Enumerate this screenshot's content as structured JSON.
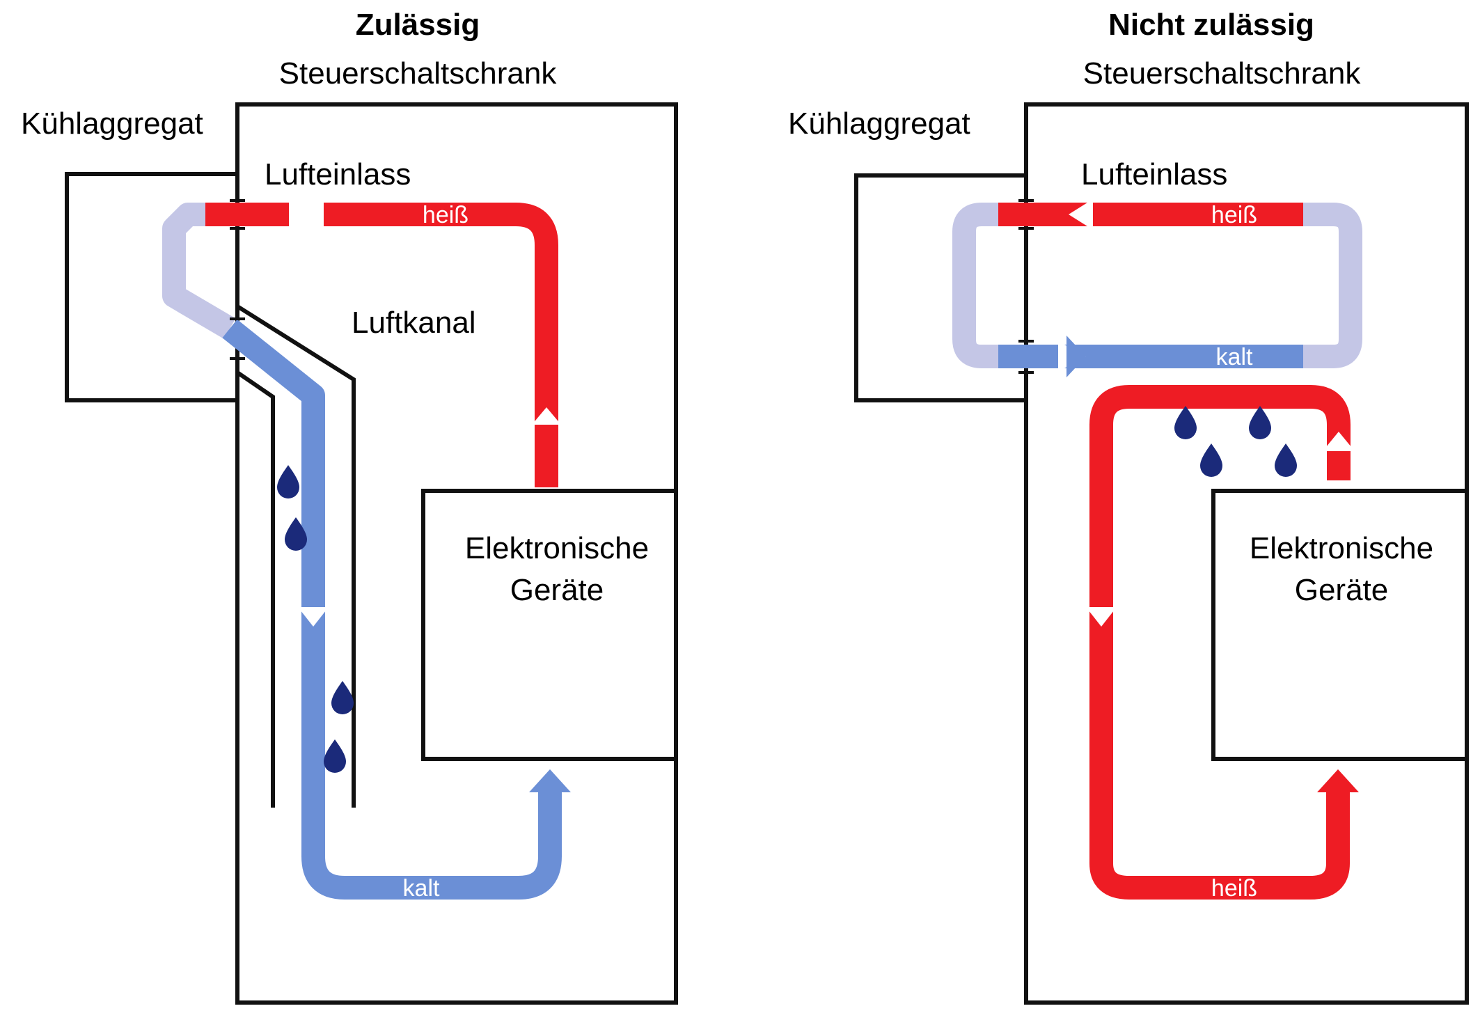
{
  "left_panel": {
    "title": "Zulässig",
    "cabinet_label": "Steuerschaltschrank",
    "cooler_label": "Kühlaggregat",
    "inlet_label": "Lufteinlass",
    "duct_label": "Luftkanal",
    "device_label_line1": "Elektronische",
    "device_label_line2": "Geräte",
    "hot_flow_label": "heiß",
    "cold_flow_label": "kalt"
  },
  "right_panel": {
    "title": "Nicht zulässig",
    "cabinet_label": "Steuerschaltschrank",
    "cooler_label": "Kühlaggregat",
    "inlet_label": "Lufteinlass",
    "device_label_line1": "Elektronische",
    "device_label_line2": "Geräte",
    "hot_flow_label_top": "heiß",
    "cold_flow_label": "kalt",
    "hot_flow_label_bottom": "heiß"
  },
  "colors": {
    "hot_air": "#ee1c24",
    "cold_air": "#6b8fd6",
    "cooler_air": "#c4c6e6",
    "condensate": "#1b2a7a"
  }
}
